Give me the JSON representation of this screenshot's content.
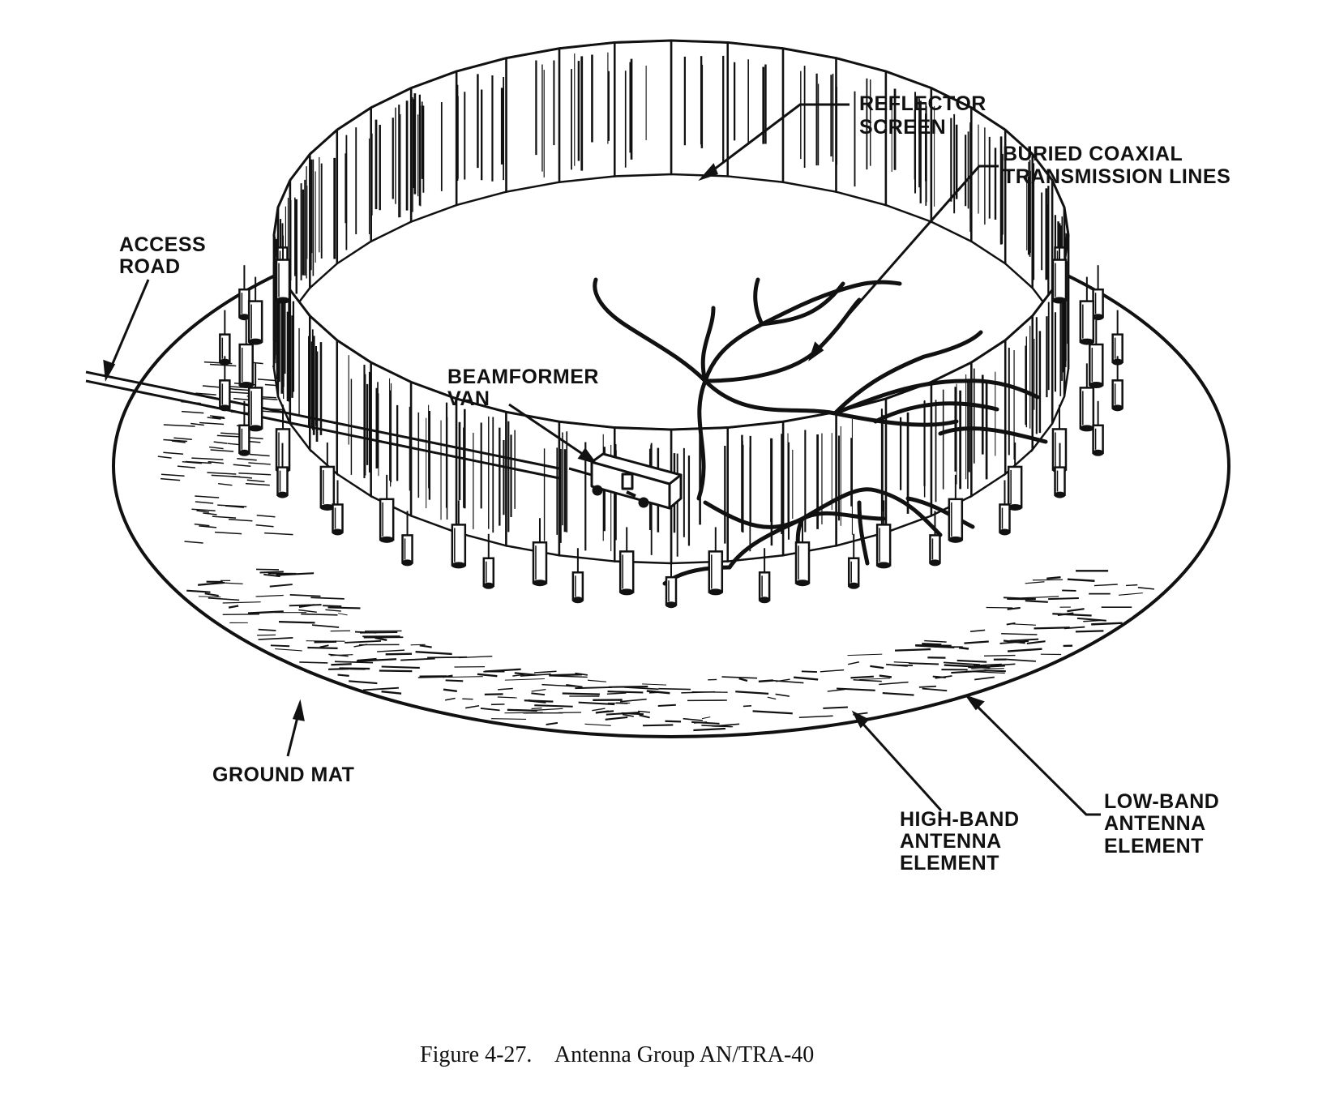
{
  "labels": {
    "reflector_screen": [
      "REFLECTOR",
      "SCREEN"
    ],
    "buried_coaxial": [
      "BURIED COAXIAL",
      "TRANSMISSION LINES"
    ],
    "access_road": [
      "ACCESS",
      "ROAD"
    ],
    "beamformer_van": [
      "BEAMFORMER",
      "VAN"
    ],
    "ground_mat": [
      "GROUND MAT"
    ],
    "high_band": [
      "HIGH-BAND",
      "ANTENNA",
      "ELEMENT"
    ],
    "low_band": [
      "LOW-BAND",
      "ANTENNA",
      "ELEMENT"
    ]
  },
  "caption": {
    "number": "Figure 4-27.",
    "text": "Antenna Group AN/TRA-40"
  },
  "colors": {
    "ink": "#111111",
    "paper": "#ffffff"
  }
}
